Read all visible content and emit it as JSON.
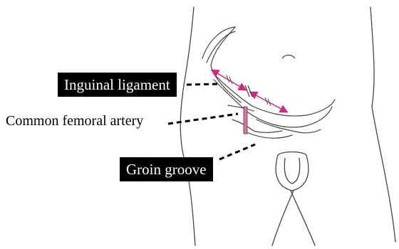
{
  "labels": {
    "inguinal_ligament": "Inguinal ligament",
    "common_femoral_artery": "Common femoral artery",
    "groin_groove": "Groin groove"
  },
  "colors": {
    "outline": "#444444",
    "marker": "#d6267e",
    "artery": "#e06fa0",
    "label_box": "#000000",
    "label_text": "#ffffff"
  },
  "icons": {
    "measure_arrows": "double-headed-arrow",
    "midpoint_tick": "double-slash-mark"
  }
}
